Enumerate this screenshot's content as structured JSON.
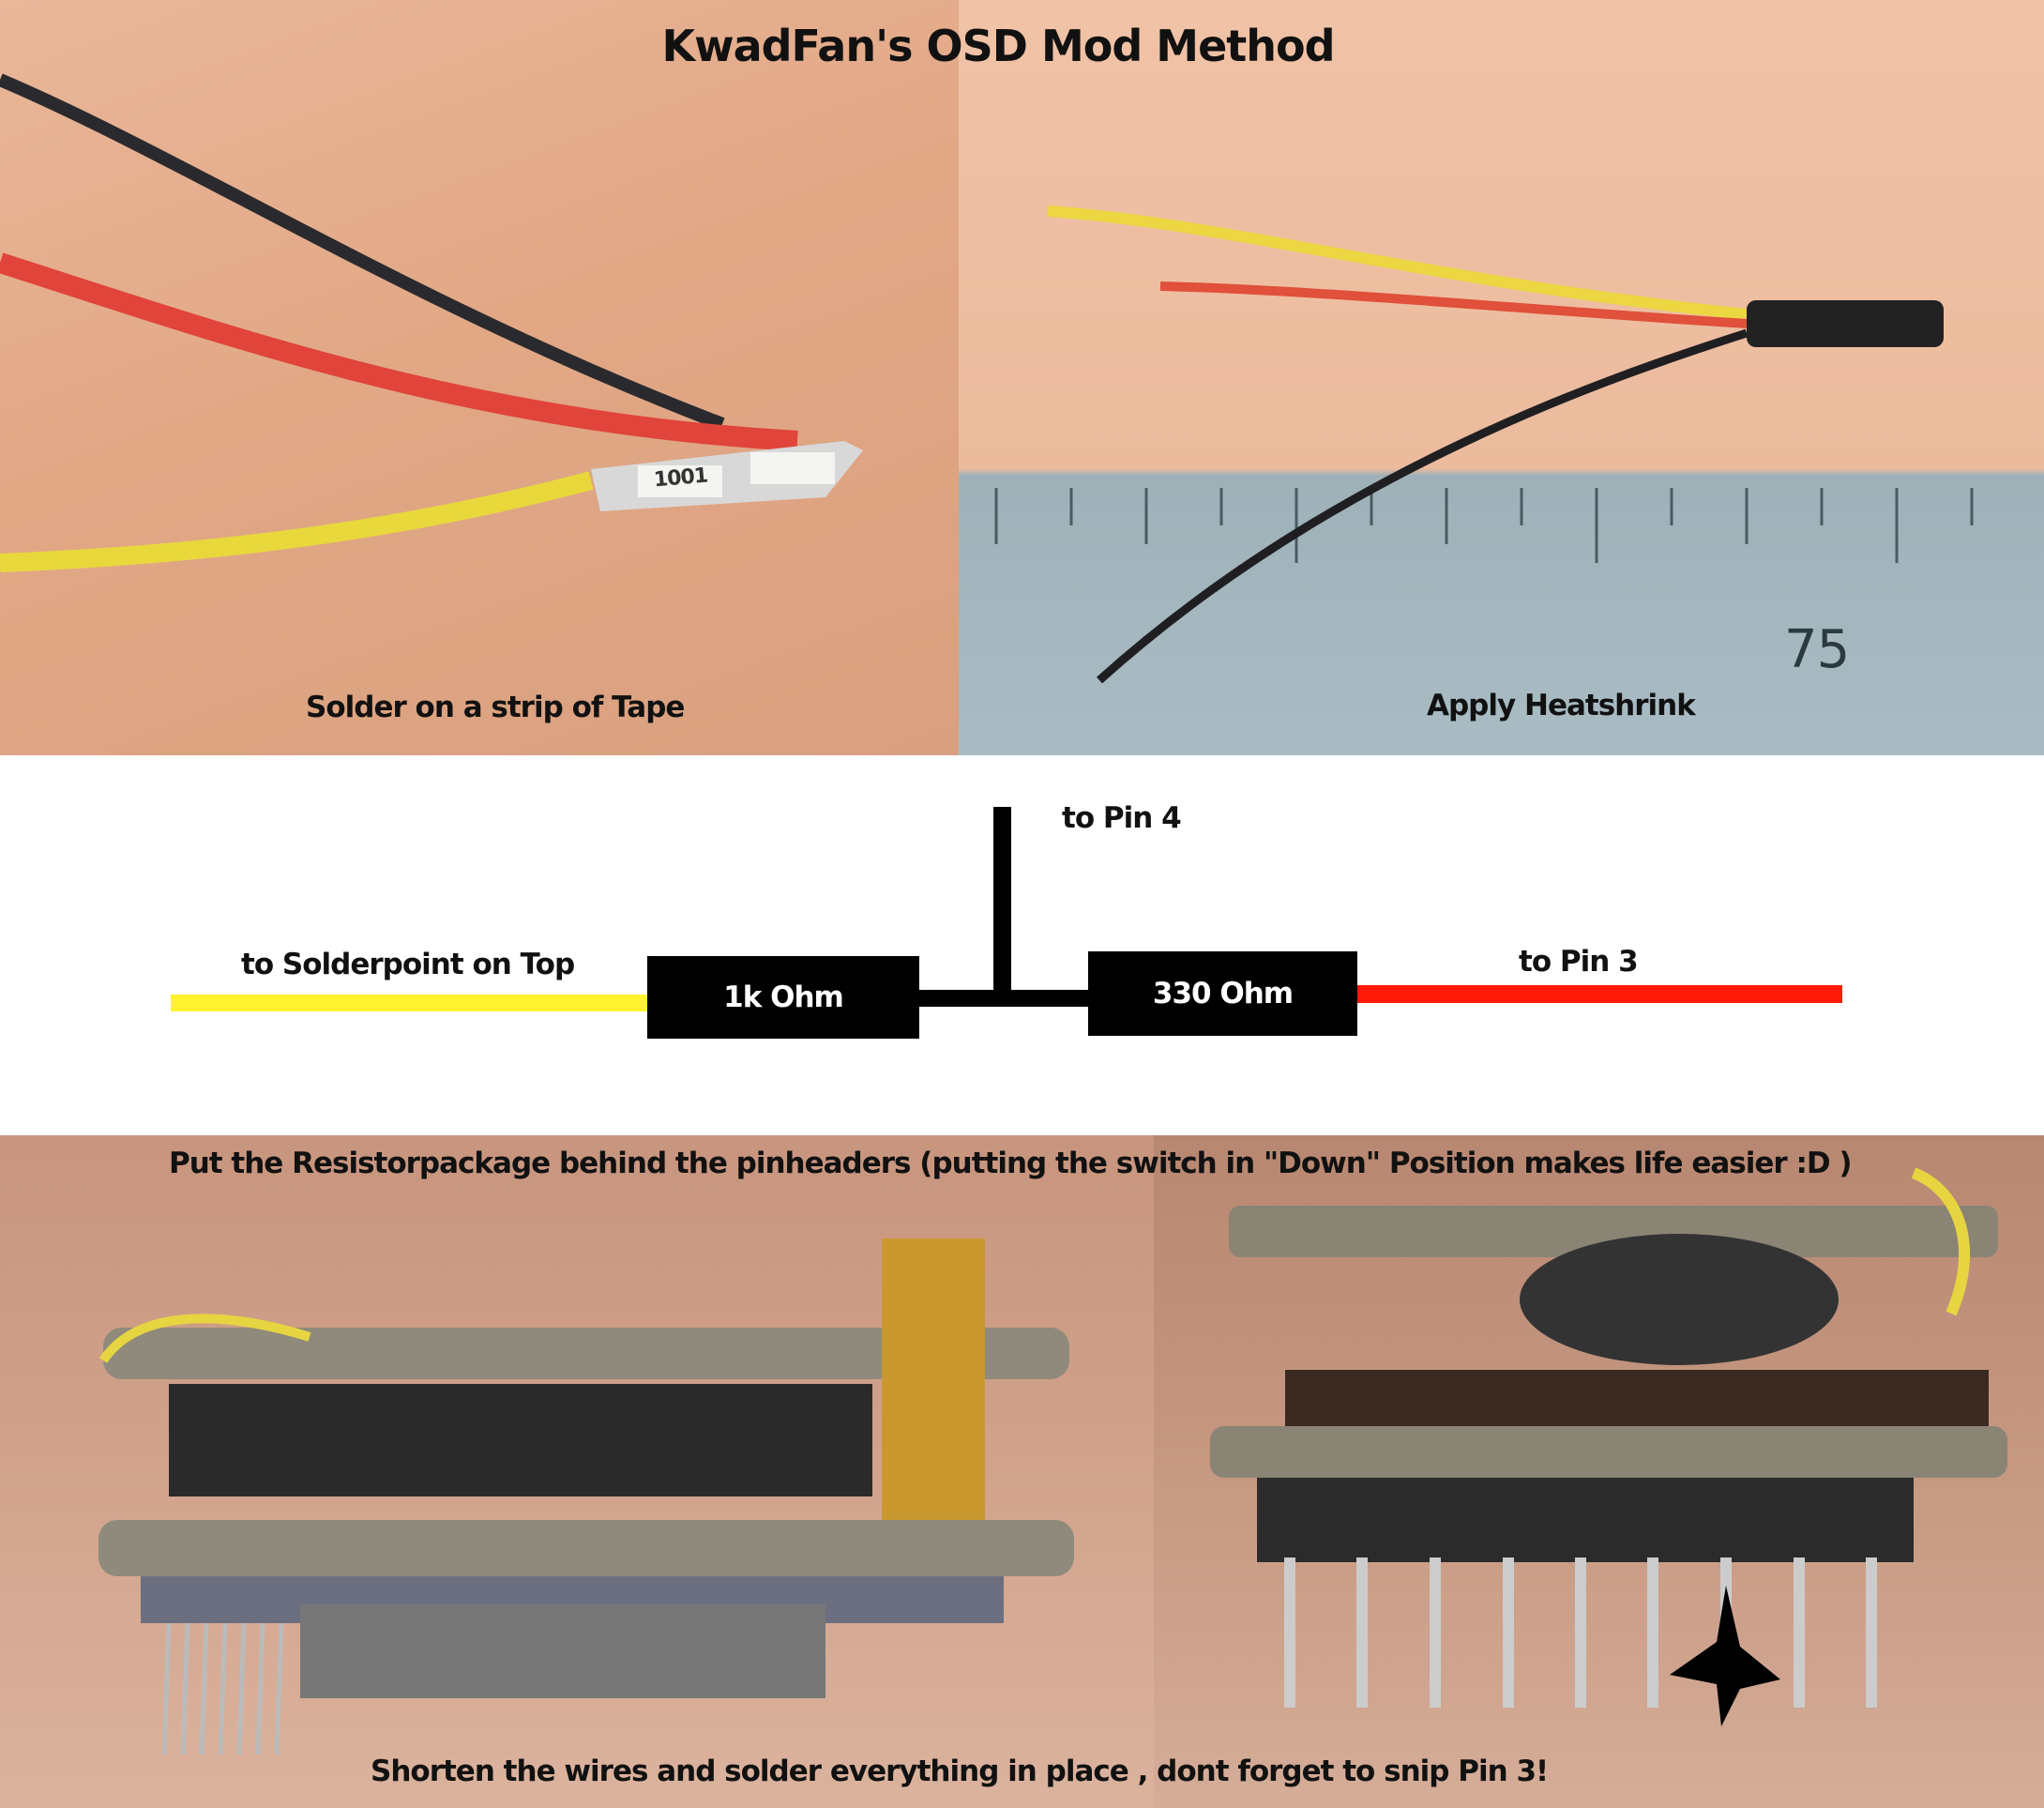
{
  "title": "KwadFan's OSD Mod Method",
  "photos": {
    "top_left_caption": "Solder on a strip of Tape",
    "top_right_caption": "Apply Heatshrink",
    "resistor_marking": "1001",
    "ruler_number": "75",
    "bottom_caption_top": "Put the Resistorpackage behind the pinheaders (putting the switch in \"Down\" Position makes life easier :D )",
    "bottom_caption_bottom": "Shorten the wires and solder everything in place , dont forget to snip Pin 3!"
  },
  "diagram": {
    "left_label": "to Solderpoint on Top",
    "resistor1": "1k Ohm",
    "top_label": "to Pin 4",
    "resistor2": "330 Ohm",
    "right_label": "to Pin 3",
    "colors": {
      "yellow_wire": "#fff22e",
      "red_wire": "#ff1a0a",
      "black_wire": "#000000"
    }
  }
}
